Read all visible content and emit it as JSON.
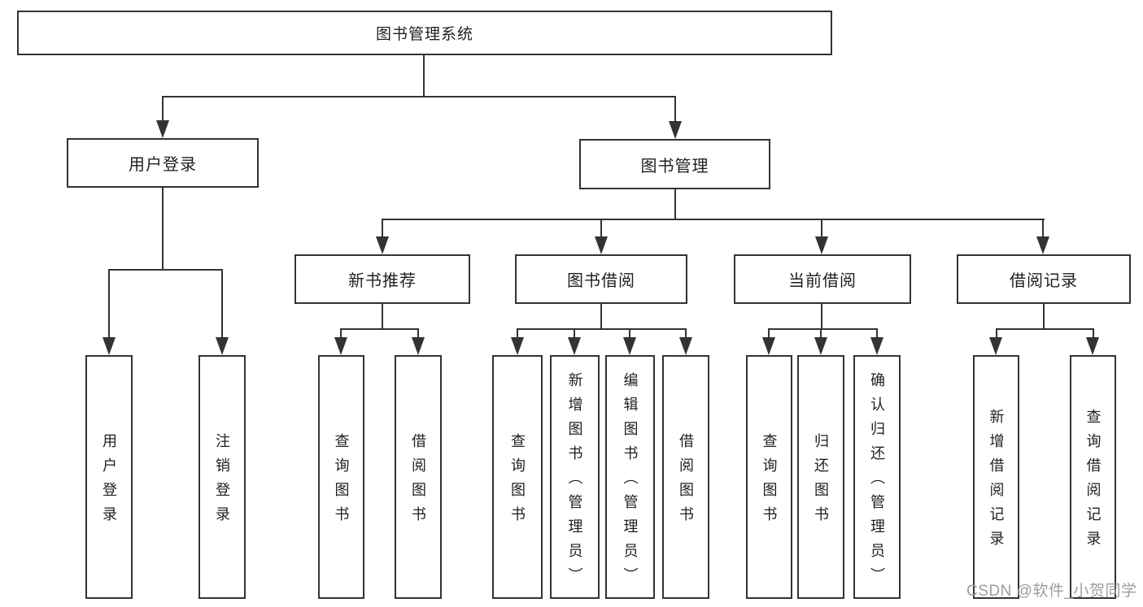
{
  "diagram": {
    "type": "hierarchy-tree",
    "colors": {
      "line": "#333333",
      "box_border": "#333333",
      "box_fill": "#ffffff",
      "text": "#1f1f1f",
      "watermark": "#9c9ca1",
      "background": "#ffffff"
    },
    "tree": {
      "label": "图书管理系统",
      "children": [
        {
          "label": "用户登录",
          "children": [
            {
              "label": "用户登录"
            },
            {
              "label": "注销登录"
            }
          ]
        },
        {
          "label": "图书管理",
          "children": [
            {
              "label": "新书推荐",
              "children": [
                {
                  "label": "查询图书"
                },
                {
                  "label": "借阅图书"
                }
              ]
            },
            {
              "label": "图书借阅",
              "children": [
                {
                  "label": "查询图书"
                },
                {
                  "label": "新增图书（管理员）"
                },
                {
                  "label": "编辑图书（管理员）"
                },
                {
                  "label": "借阅图书"
                }
              ]
            },
            {
              "label": "当前借阅",
              "children": [
                {
                  "label": "查询图书"
                },
                {
                  "label": "归还图书"
                },
                {
                  "label": "确认归还（管理员）"
                }
              ]
            },
            {
              "label": "借阅记录",
              "children": [
                {
                  "label": "新增借阅记录"
                },
                {
                  "label": "查询借阅记录"
                }
              ]
            }
          ]
        }
      ]
    },
    "watermark": {
      "text": "CSDN @软件_小贺同学"
    }
  }
}
